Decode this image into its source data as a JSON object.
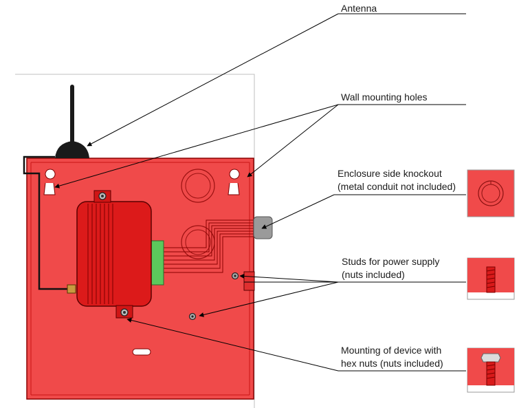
{
  "callouts": {
    "antenna": "Antenna",
    "wall_mounting_holes": "Wall mounting holes",
    "knockout_line1": "Enclosure side knockout",
    "knockout_line2": "(metal conduit not included)",
    "studs_line1": "Studs for power supply",
    "studs_line2": "(nuts included)",
    "mounting_line1": "Mounting of device with",
    "mounting_line2": "hex nuts (nuts included)"
  },
  "colors": {
    "enclosure": "#f04a4a",
    "enclosure_dark": "#c81414",
    "device_body": "#dc1a1a",
    "terminal_block": "#5cc85c",
    "antenna": "#1a1a1a",
    "conduit": "#9a9a9a"
  }
}
